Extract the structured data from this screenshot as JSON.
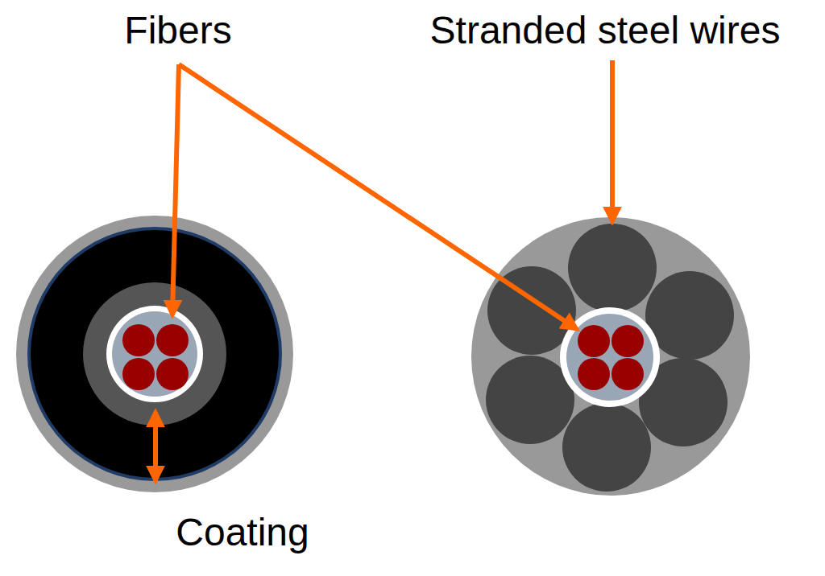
{
  "diagram": {
    "labels": [
      "Fibers",
      "Stranded steel wires",
      "Coating"
    ]
  }
}
